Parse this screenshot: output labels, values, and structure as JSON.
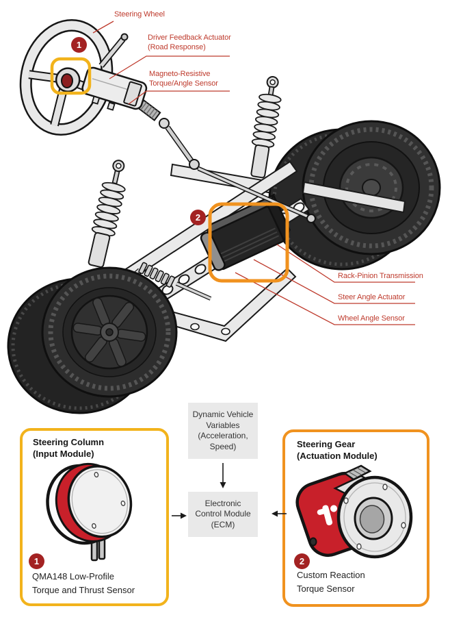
{
  "colors": {
    "label_red": "#BE3A2C",
    "marker_red": "#A32222",
    "highlight_yellow": "#F2B31C",
    "highlight_orange": "#F0921F",
    "sensor_red": "#C8202A",
    "flow_box_gray": "#E9E9E9"
  },
  "callouts": {
    "steering_wheel": "Steering Wheel",
    "driver_feedback_line1": "Driver Feedback Actuator",
    "driver_feedback_line2": "(Road Response)",
    "magneto_line1": "Magneto-Resistive",
    "magneto_line2": "Torque/Angle Sensor",
    "rack_pinion": "Rack-Pinion Transmission",
    "steer_angle": "Steer Angle Actuator",
    "wheel_angle": "Wheel Angle Sensor"
  },
  "markers": {
    "input": "1",
    "actuation": "2"
  },
  "input_module": {
    "title_line1": "Steering Column",
    "title_line2": "(Input Module)",
    "marker": "1",
    "caption_line1": "QMA148 Low-Profile",
    "caption_line2": "Torque and Thrust Sensor"
  },
  "actuation_module": {
    "title_line1": "Steering Gear",
    "title_line2": "(Actuation Module)",
    "marker": "2",
    "caption_line1": "Custom Reaction",
    "caption_line2": "Torque Sensor"
  },
  "flow": {
    "variables_line1": "Dynamic Vehicle",
    "variables_line2": "Variables",
    "variables_line3": "(Acceleration,",
    "variables_line4": "Speed)",
    "ecm_line1": "Electronic",
    "ecm_line2": "Control Module",
    "ecm_line3": "(ECM)"
  }
}
